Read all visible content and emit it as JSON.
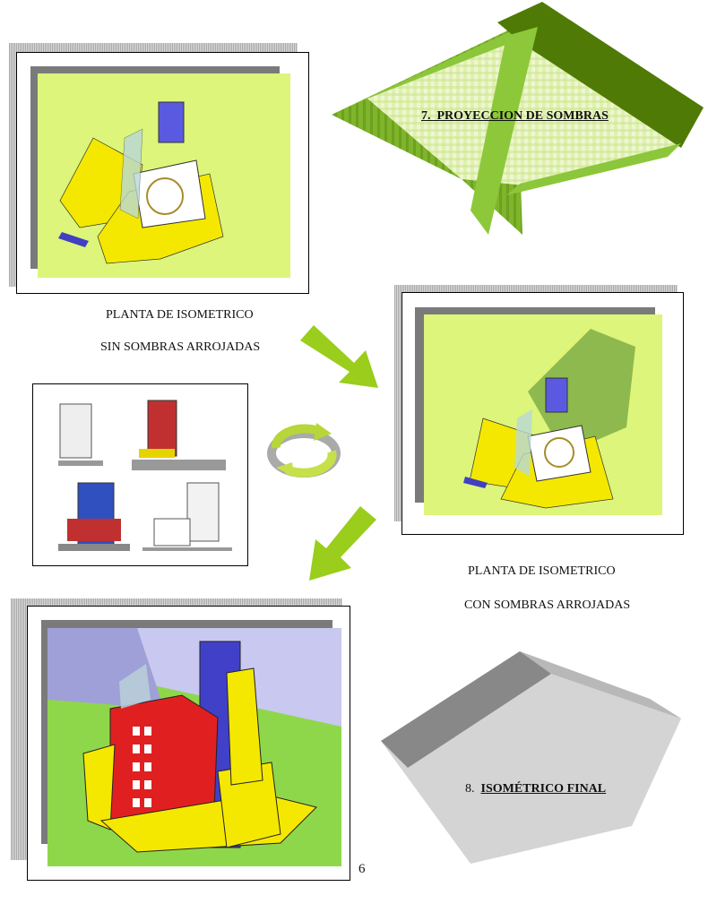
{
  "section7": {
    "number": "7.",
    "title": "PROYECCION DE SOMBRAS"
  },
  "section8": {
    "number": "8.",
    "title": "ISOMÉTRICO FINAL"
  },
  "caption_without_shadows": {
    "line1": "PLANTA DE ISOMETRICO",
    "line2": "SIN SOMBRAS ARROJADAS"
  },
  "caption_with_shadows": {
    "line1": "PLANTA DE ISOMETRICO",
    "line2": "CON SOMBRAS ARROJADAS"
  },
  "page_number": "6",
  "colors": {
    "lime": "#dcf57a",
    "arrow": "#9acd1c",
    "dark_green": "#4f7a05",
    "gray_shape": "#d4d4d4"
  }
}
